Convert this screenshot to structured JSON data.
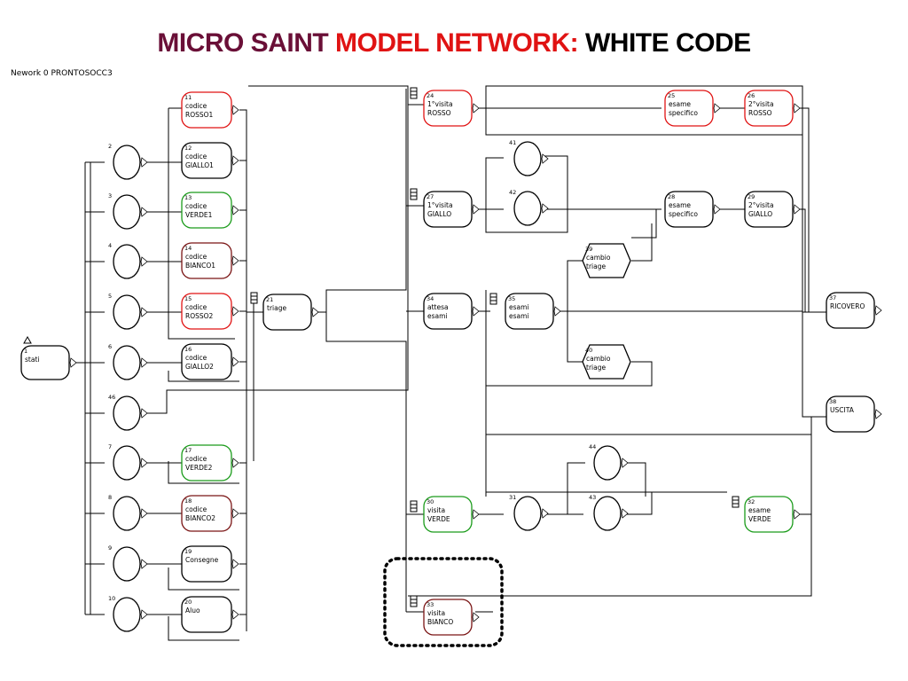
{
  "title": {
    "part1": "MICRO SAINT",
    "part2": "MODEL NETWORK:",
    "part3": "WHITE CODE",
    "colors": {
      "part1": "#6a0f37",
      "part2": "#e01313",
      "part3": "#000000"
    }
  },
  "network_label": "Nework 0 PRONTOSOCC3",
  "nodes": [
    {
      "id": "n1",
      "num": "1",
      "lines": [
        "stati"
      ],
      "border": "#000000"
    },
    {
      "id": "n2",
      "num": "2",
      "lines": [],
      "border": "#000000"
    },
    {
      "id": "n3",
      "num": "3",
      "lines": [],
      "border": "#000000"
    },
    {
      "id": "n4",
      "num": "4",
      "lines": [],
      "border": "#000000"
    },
    {
      "id": "n5",
      "num": "5",
      "lines": [],
      "border": "#000000"
    },
    {
      "id": "n6",
      "num": "6",
      "lines": [],
      "border": "#000000"
    },
    {
      "id": "n46",
      "num": "46",
      "lines": [],
      "border": "#000000"
    },
    {
      "id": "n7",
      "num": "7",
      "lines": [],
      "border": "#000000"
    },
    {
      "id": "n8",
      "num": "8",
      "lines": [],
      "border": "#000000"
    },
    {
      "id": "n9",
      "num": "9",
      "lines": [],
      "border": "#000000"
    },
    {
      "id": "n10",
      "num": "10",
      "lines": [],
      "border": "#000000"
    },
    {
      "id": "n11",
      "num": "11",
      "lines": [
        "codice",
        "ROSSO1"
      ],
      "border": "#e01313"
    },
    {
      "id": "n12",
      "num": "12",
      "lines": [
        "codice",
        "GIALLO1"
      ],
      "border": "#000000"
    },
    {
      "id": "n13",
      "num": "13",
      "lines": [
        "codice",
        "VERDE1"
      ],
      "border": "#1a9b1a"
    },
    {
      "id": "n14",
      "num": "14",
      "lines": [
        "codice",
        "BIANCO1"
      ],
      "border": "#7a1414"
    },
    {
      "id": "n15",
      "num": "15",
      "lines": [
        "codice",
        "ROSSO2"
      ],
      "border": "#e01313"
    },
    {
      "id": "n16",
      "num": "16",
      "lines": [
        "codice",
        "GIALLO2"
      ],
      "border": "#000000"
    },
    {
      "id": "n17",
      "num": "17",
      "lines": [
        "codice",
        "VERDE2"
      ],
      "border": "#1a9b1a"
    },
    {
      "id": "n18",
      "num": "18",
      "lines": [
        "codice",
        "BIANCO2"
      ],
      "border": "#7a1414"
    },
    {
      "id": "n19",
      "num": "19",
      "lines": [
        "Consegne"
      ],
      "border": "#000000"
    },
    {
      "id": "n20",
      "num": "20",
      "lines": [
        "Aluo"
      ],
      "border": "#000000"
    },
    {
      "id": "n21",
      "num": "21",
      "lines": [
        "triage"
      ],
      "border": "#000000"
    },
    {
      "id": "n24",
      "num": "24",
      "lines": [
        "1°visita",
        "ROSSO"
      ],
      "border": "#e01313"
    },
    {
      "id": "n27",
      "num": "27",
      "lines": [
        "1°visita",
        "GIALLO"
      ],
      "border": "#000000"
    },
    {
      "id": "n34",
      "num": "34",
      "lines": [
        "attesa",
        "esami"
      ],
      "border": "#000000"
    },
    {
      "id": "n35",
      "num": "35",
      "lines": [
        "esami",
        "esami"
      ],
      "border": "#000000"
    },
    {
      "id": "n30",
      "num": "30",
      "lines": [
        "visita",
        "VERDE"
      ],
      "border": "#1a9b1a"
    },
    {
      "id": "n33",
      "num": "33",
      "lines": [
        "visita",
        "BIANCO"
      ],
      "border": "#7a1414"
    },
    {
      "id": "n41",
      "num": "41",
      "lines": [],
      "border": "#000000"
    },
    {
      "id": "n42",
      "num": "42",
      "lines": [],
      "border": "#000000"
    },
    {
      "id": "n31",
      "num": "31",
      "lines": [],
      "border": "#000000"
    },
    {
      "id": "n43",
      "num": "43",
      "lines": [],
      "border": "#000000"
    },
    {
      "id": "n44",
      "num": "44",
      "lines": [],
      "border": "#000000"
    },
    {
      "id": "n39",
      "num": "39",
      "lines": [
        "cambio",
        "triage"
      ],
      "border": "#000000"
    },
    {
      "id": "n40",
      "num": "40",
      "lines": [
        "cambio",
        "triage"
      ],
      "border": "#000000"
    },
    {
      "id": "n25",
      "num": "25",
      "lines": [
        "esame",
        "specifico"
      ],
      "border": "#e01313"
    },
    {
      "id": "n26",
      "num": "26",
      "lines": [
        "2°visita",
        "ROSSO"
      ],
      "border": "#e01313"
    },
    {
      "id": "n28",
      "num": "28",
      "lines": [
        "esame",
        "specifico"
      ],
      "border": "#000000"
    },
    {
      "id": "n29",
      "num": "29",
      "lines": [
        "2°visita",
        "GIALLO"
      ],
      "border": "#000000"
    },
    {
      "id": "n32",
      "num": "32",
      "lines": [
        "esame",
        "VERDE"
      ],
      "border": "#1a9b1a"
    },
    {
      "id": "n37",
      "num": "37",
      "lines": [
        "RICOVERO"
      ],
      "border": "#000000"
    },
    {
      "id": "n38",
      "num": "38",
      "lines": [
        "USCITA"
      ],
      "border": "#000000"
    }
  ],
  "highlight": {
    "target": "n33",
    "style": "dotted",
    "color": "#000000"
  }
}
